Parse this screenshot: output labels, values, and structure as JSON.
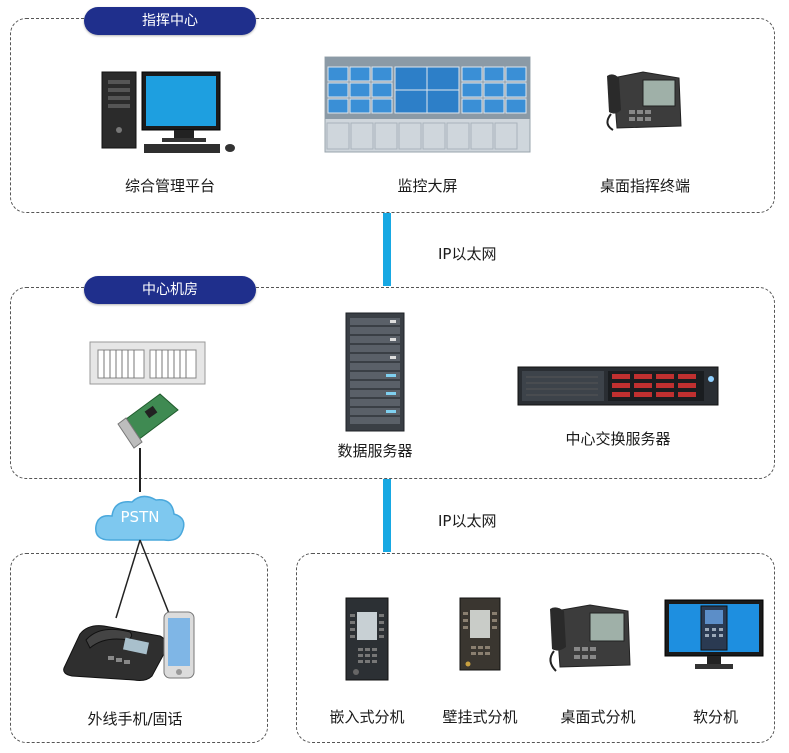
{
  "groups": {
    "command_center": {
      "title": "指挥中心",
      "devices": [
        {
          "label": "综合管理平台",
          "icon": "desktop-computer-icon"
        },
        {
          "label": "监控大屏",
          "icon": "video-wall-icon"
        },
        {
          "label": "桌面指挥终端",
          "icon": "desk-phone-icon"
        }
      ]
    },
    "server_room": {
      "title": "中心机房",
      "devices": [
        {
          "label": "",
          "icon": "gateway-card-icon"
        },
        {
          "label": "数据服务器",
          "icon": "tower-server-icon"
        },
        {
          "label": "中心交换服务器",
          "icon": "rack-server-icon"
        }
      ]
    },
    "external": {
      "devices": [
        {
          "label": "外线手机/固话",
          "icon": "phone-and-mobile-icon"
        }
      ]
    },
    "extensions": {
      "devices": [
        {
          "label": "嵌入式分机",
          "icon": "embedded-extension-icon"
        },
        {
          "label": "壁挂式分机",
          "icon": "wall-extension-icon"
        },
        {
          "label": "桌面式分机",
          "icon": "desk-extension-icon"
        },
        {
          "label": "软分机",
          "icon": "soft-extension-icon"
        }
      ]
    }
  },
  "links": {
    "top": "IP以太网",
    "bottom": "IP以太网",
    "pstn": "PSTN"
  },
  "colors": {
    "tag_bg": "#1f2f8c",
    "pipe": "#17a8e3",
    "cloud": "#7ec8ef"
  }
}
